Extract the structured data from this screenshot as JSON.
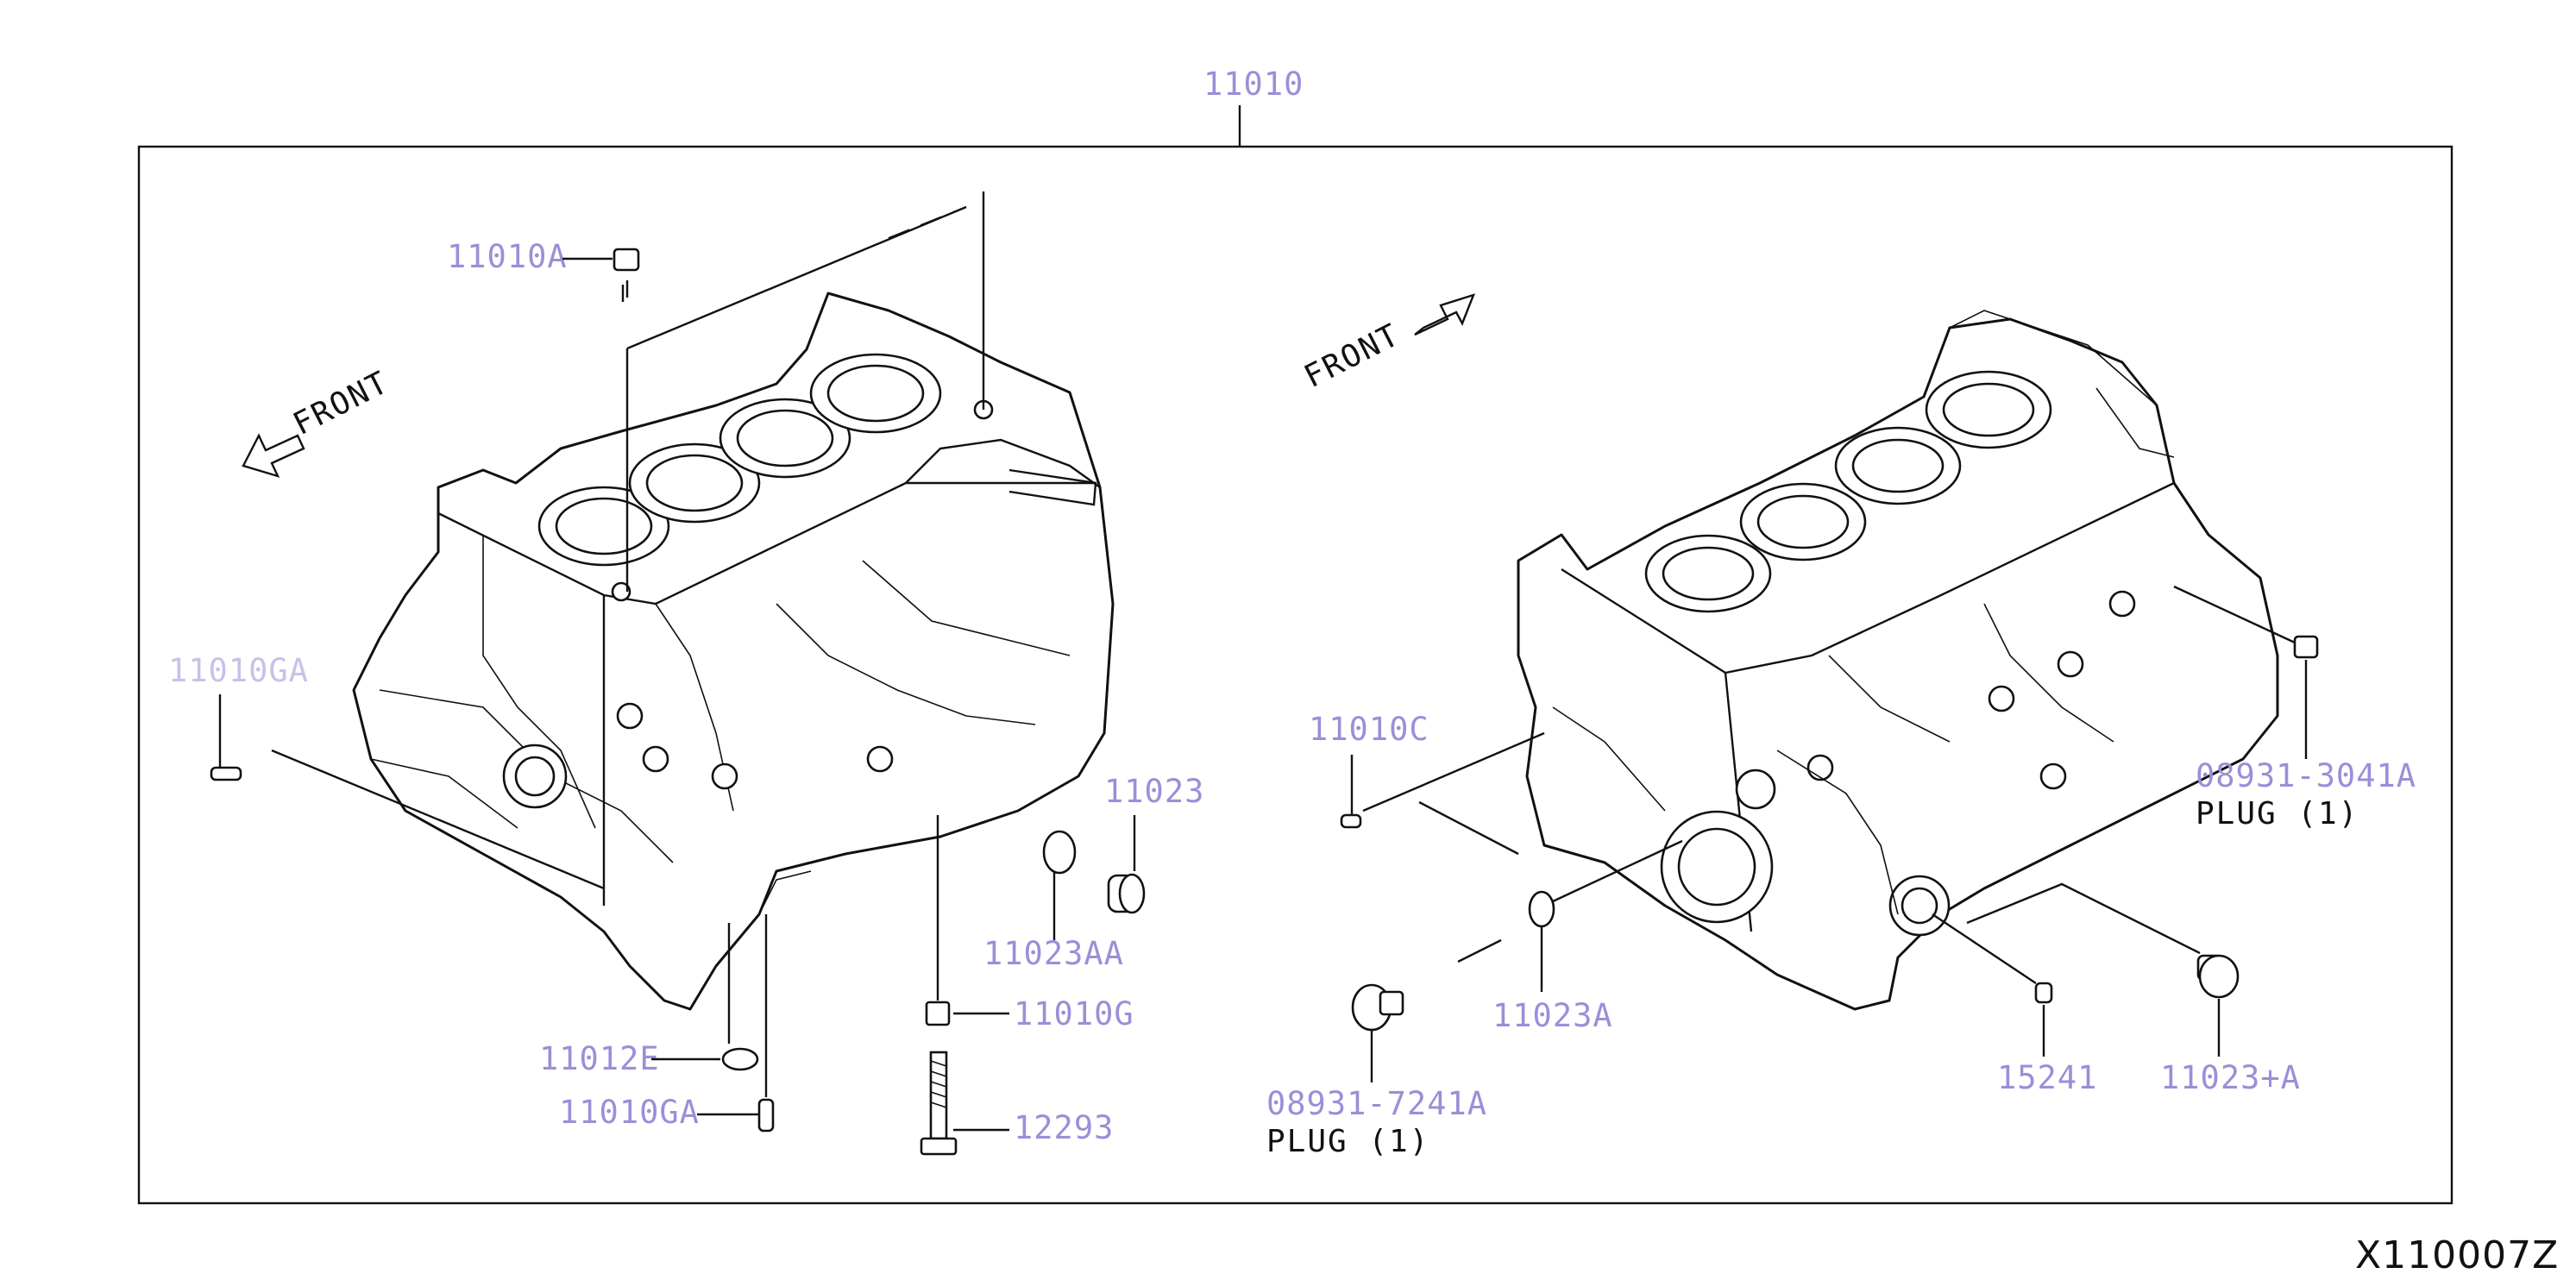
{
  "diagram": {
    "assembly_number": "11010",
    "figure_code": "X110007Z",
    "front_label_left": "FRONT",
    "front_label_right": "FRONT",
    "colors": {
      "callout": "#9a8fd8",
      "line": "#111111",
      "background": "#ffffff"
    },
    "left_view": {
      "callouts": {
        "p11010A": "11010A",
        "p11010GA_top": "11010GA",
        "p11023": "11023",
        "p11023AA": "11023AA",
        "p11010G": "11010G",
        "p12293": "12293",
        "p11012E": "11012E",
        "p11010GA": "11010GA"
      }
    },
    "right_view": {
      "callouts": {
        "p11010C": "11010C",
        "p08931_3041A": "08931-3041A",
        "p11023A": "11023A",
        "p08931_7241A": "08931-7241A",
        "p15241": "15241",
        "p11023A_plus": "11023+A"
      },
      "notes": {
        "plug_right": "PLUG (1)",
        "plug_left": "PLUG (1)"
      }
    }
  }
}
